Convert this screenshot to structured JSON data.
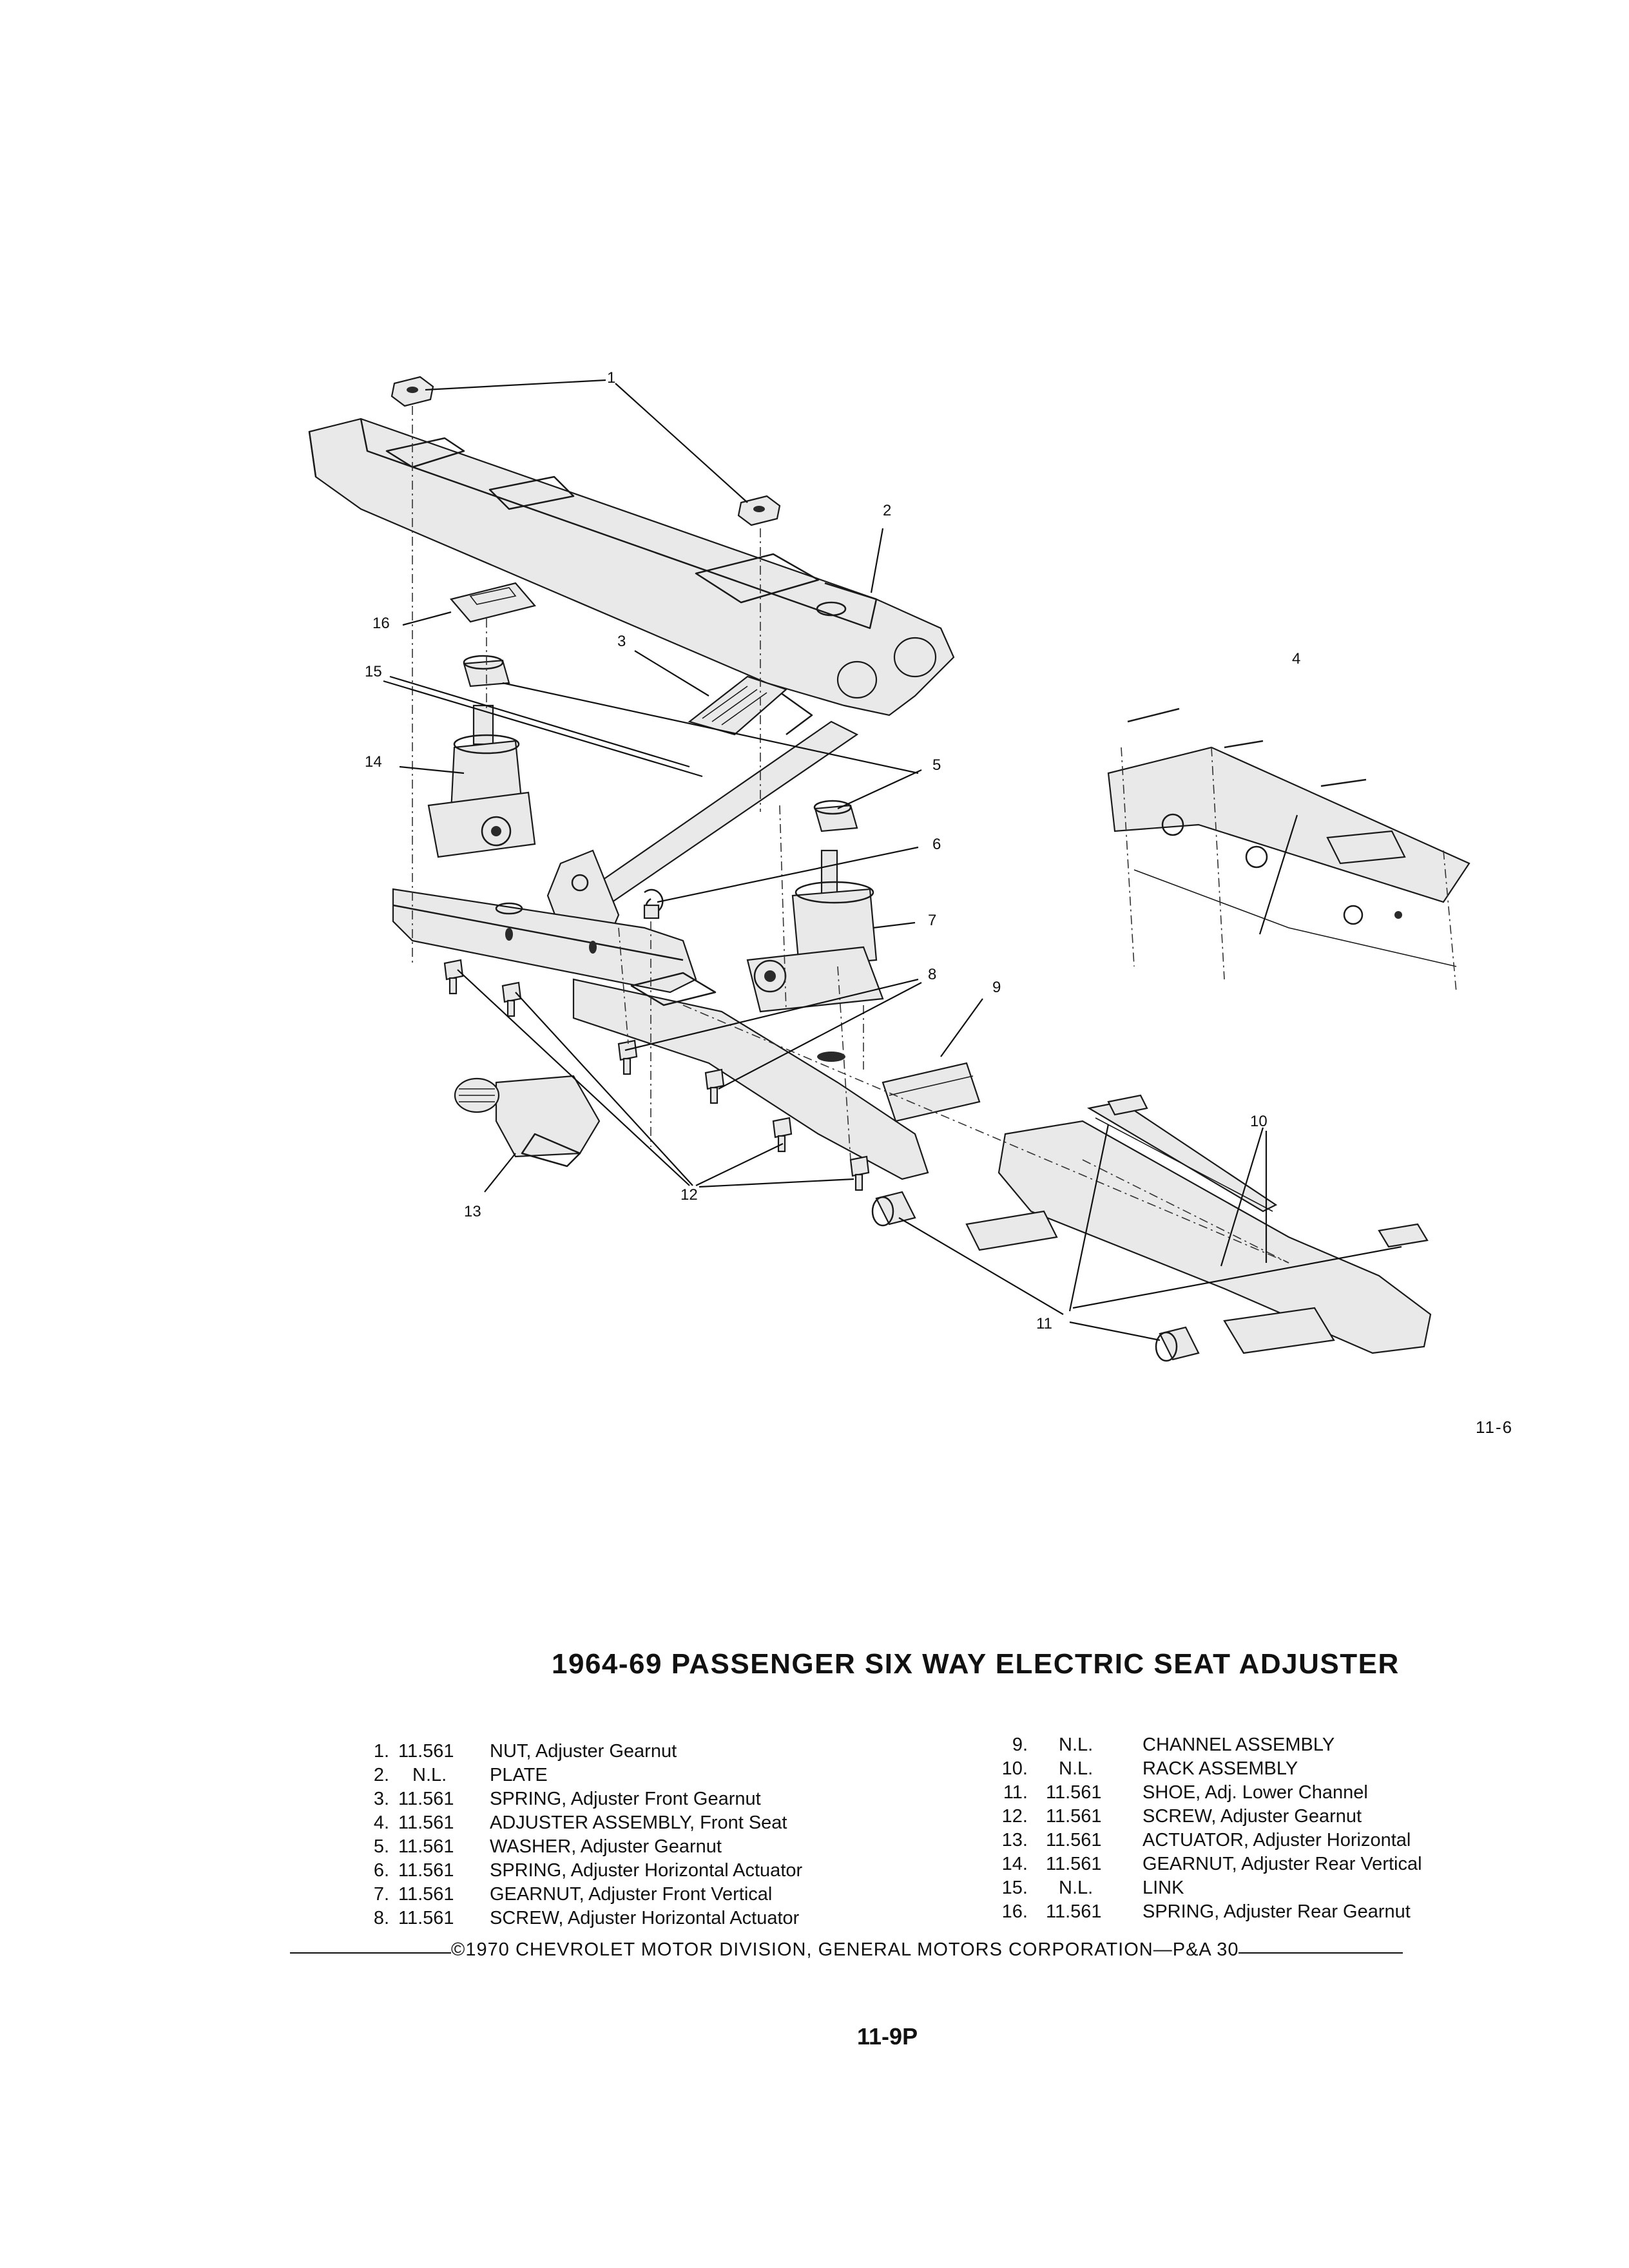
{
  "diagram": {
    "callouts": [
      "1",
      "2",
      "3",
      "4",
      "5",
      "6",
      "7",
      "8",
      "9",
      "10",
      "11",
      "12",
      "13",
      "14",
      "15",
      "16"
    ]
  },
  "figure_ref": "11-6",
  "title": "1964-69 PASSENGER SIX WAY ELECTRIC SEAT ADJUSTER",
  "parts_left": [
    {
      "num": "1.",
      "code": "11.561",
      "desc": "NUT, Adjuster Gearnut"
    },
    {
      "num": "2.",
      "code": "N.L.",
      "desc": "PLATE"
    },
    {
      "num": "3.",
      "code": "11.561",
      "desc": "SPRING, Adjuster Front Gearnut"
    },
    {
      "num": "4.",
      "code": "11.561",
      "desc": "ADJUSTER ASSEMBLY, Front Seat"
    },
    {
      "num": "5.",
      "code": "11.561",
      "desc": "WASHER, Adjuster Gearnut"
    },
    {
      "num": "6.",
      "code": "11.561",
      "desc": "SPRING, Adjuster Horizontal Actuator"
    },
    {
      "num": "7.",
      "code": "11.561",
      "desc": "GEARNUT, Adjuster Front Vertical"
    },
    {
      "num": "8.",
      "code": "11.561",
      "desc": "SCREW, Adjuster Horizontal Actuator"
    }
  ],
  "parts_right": [
    {
      "num": "9.",
      "code": "N.L.",
      "desc": "CHANNEL ASSEMBLY"
    },
    {
      "num": "10.",
      "code": "N.L.",
      "desc": "RACK ASSEMBLY"
    },
    {
      "num": "11.",
      "code": "11.561",
      "desc": "SHOE, Adj. Lower Channel"
    },
    {
      "num": "12.",
      "code": "11.561",
      "desc": "SCREW, Adjuster Gearnut"
    },
    {
      "num": "13.",
      "code": "11.561",
      "desc": "ACTUATOR, Adjuster Horizontal"
    },
    {
      "num": "14.",
      "code": "11.561",
      "desc": "GEARNUT, Adjuster Rear Vertical"
    },
    {
      "num": "15.",
      "code": "N.L.",
      "desc": "LINK"
    },
    {
      "num": "16.",
      "code": "11.561",
      "desc": "SPRING, Adjuster Rear Gearnut"
    }
  ],
  "copyright": "©1970 CHEVROLET MOTOR DIVISION, GENERAL MOTORS CORPORATION—P&A 30",
  "page_number": "11-9P"
}
